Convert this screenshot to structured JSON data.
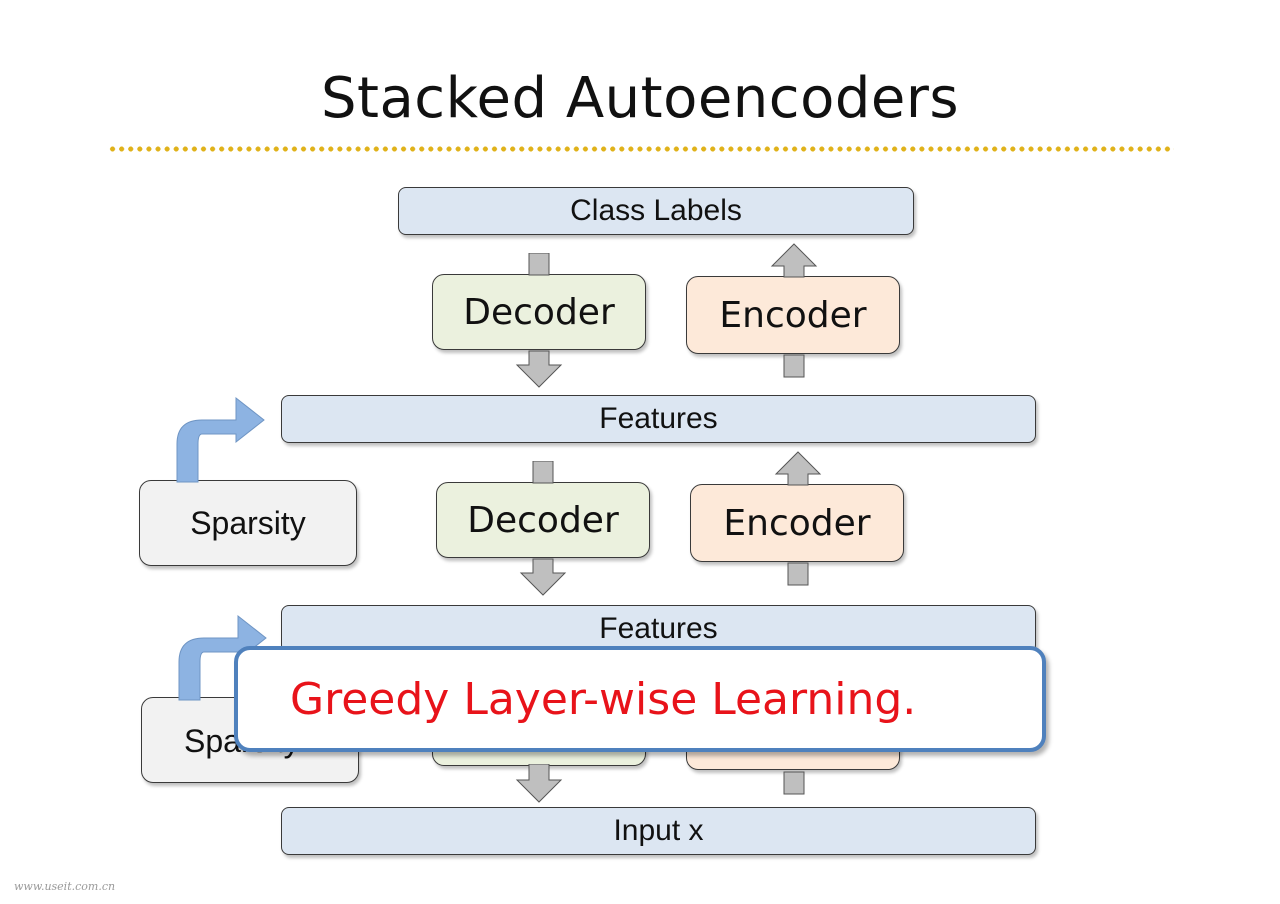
{
  "title": "Stacked Autoencoders",
  "layers": {
    "class_labels": "Class Labels",
    "features_top": "Features",
    "features_mid": "Features",
    "input": "Input x"
  },
  "blocks": {
    "decoder_top": "Decoder",
    "encoder_top": "Encoder",
    "decoder_mid": "Decoder",
    "encoder_mid": "Encoder"
  },
  "sparsity": {
    "top": "Sparsity",
    "bottom": "Sparsity"
  },
  "callout": "Greedy Layer-wise Learning.",
  "watermark": "www.useit.com.cn",
  "colors": {
    "layer_fill": "#dce6f2",
    "decoder_fill": "#ebf1de",
    "encoder_fill": "#fde9d9",
    "sparsity_fill": "#f2f2f2",
    "arrow_gray": "#bfbfbf",
    "curved_arrow_blue": "#8db3e2",
    "callout_border": "#4f81bd",
    "callout_text": "#e8131a",
    "title_rule": "#e0b21a"
  }
}
